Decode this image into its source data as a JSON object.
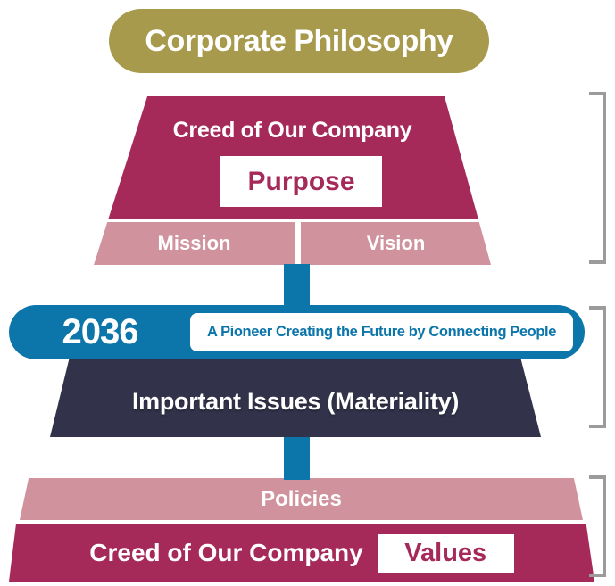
{
  "colors": {
    "gold": "#a89a4c",
    "crimson": "#a62a59",
    "pink": "#d0939d",
    "blue": "#0c75a9",
    "navy": "#32324a",
    "bracket_gray": "#9b9b9b",
    "text_on_fill": "#ffffff"
  },
  "pill": {
    "label": "Corporate Philosophy"
  },
  "purpose_section": {
    "creed": "Creed of Our Company",
    "purpose": "Purpose",
    "mission": "Mission",
    "vision": "Vision"
  },
  "vision_capsule": {
    "year": "2036",
    "statement": "A Pioneer Creating the Future by Connecting People"
  },
  "materiality": {
    "label": "Important Issues (Materiality)"
  },
  "foundation": {
    "policies": "Policies",
    "creed": "Creed of Our Company",
    "values": "Values"
  }
}
